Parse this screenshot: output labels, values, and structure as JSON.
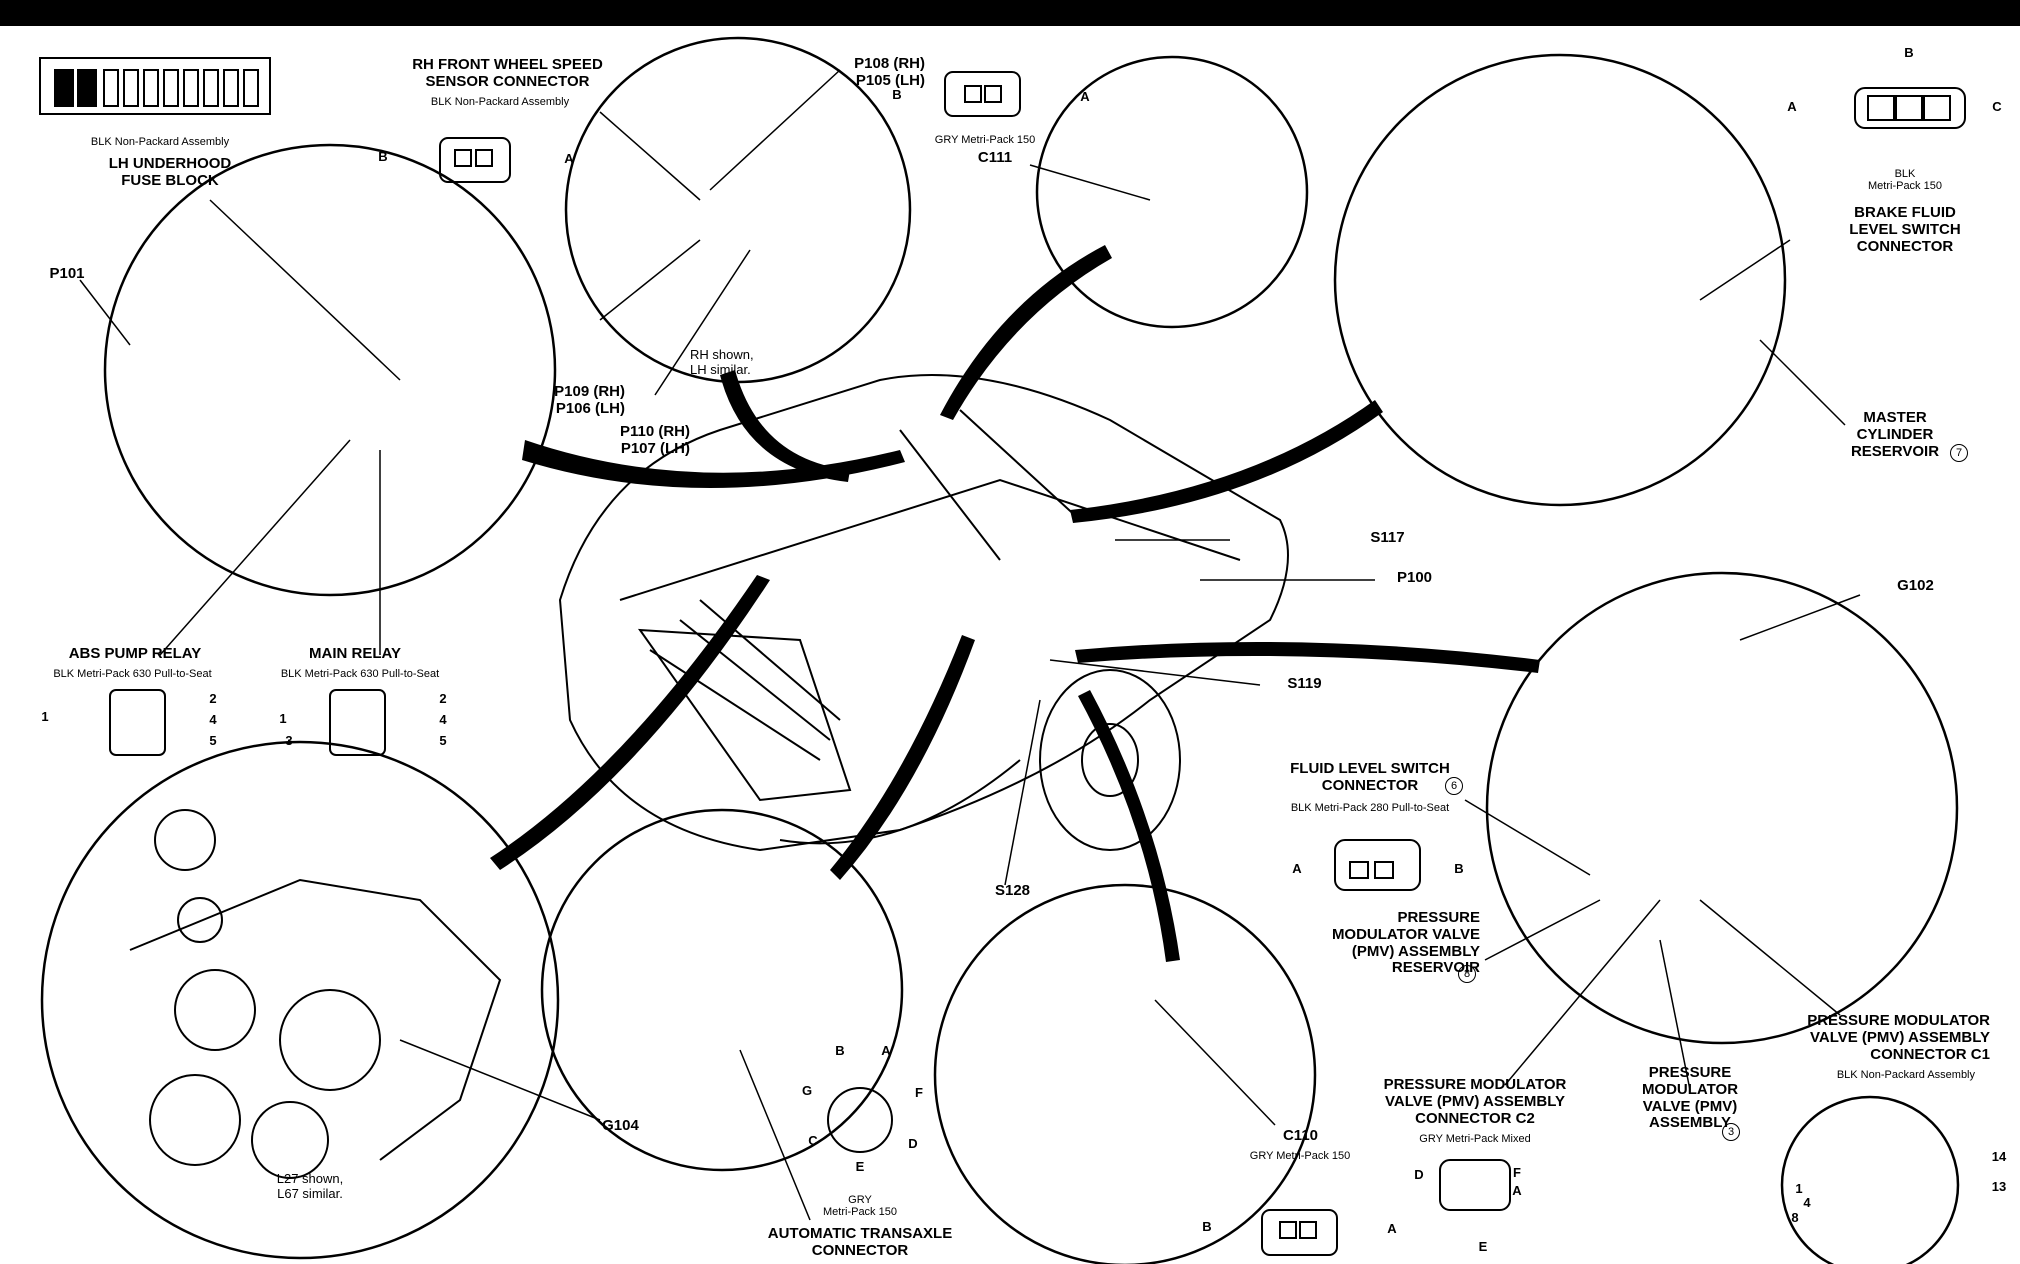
{
  "callouts": {
    "fuse_block_type": "BLK Non-Packard Assembly",
    "fuse_block": "LH UNDERHOOD\nFUSE BLOCK",
    "p101": "P101",
    "rh_wheel_speed": "RH FRONT WHEEL SPEED\nSENSOR CONNECTOR",
    "rh_wheel_speed_type": "BLK Non-Packard Assembly",
    "p108": "P108 (RH)\nP105 (LH)",
    "p109": "P109 (RH)\nP106 (LH)",
    "p110": "P110 (RH)\nP107 (LH)",
    "rh_shown": "RH shown,\nLH similar.",
    "c111_type": "GRY Metri-Pack 150",
    "c111": "C111",
    "brake_type": "BLK\nMetri-Pack 150",
    "brake_fluid": "BRAKE FLUID\nLEVEL SWITCH\nCONNECTOR",
    "master_cyl": "MASTER\nCYLINDER\nRESERVOIR",
    "master_ref": "7",
    "s117": "S117",
    "p100": "P100",
    "s119": "S119",
    "g102": "G102",
    "abs_relay": "ABS PUMP RELAY",
    "abs_relay_type": "BLK Metri-Pack 630 Pull-to-Seat",
    "main_relay": "MAIN RELAY",
    "main_relay_type": "BLK Metri-Pack 630 Pull-to-Seat",
    "fluid_switch": "FLUID LEVEL SWITCH\nCONNECTOR",
    "fluid_switch_ref": "6",
    "fluid_switch_type": "BLK Metri-Pack 280 Pull-to-Seat",
    "pmv_res": "PRESSURE\nMODULATOR VALVE\n(PMV) ASSEMBLY\nRESERVOIR",
    "pmv_res_ref": "8",
    "s128": "S128",
    "g104": "G104",
    "l27": "L27 shown,\nL67 similar.",
    "trans_type": "GRY\nMetri-Pack 150",
    "trans": "AUTOMATIC TRANSAXLE\nCONNECTOR",
    "c110": "C110",
    "c110_type": "GRY Metri-Pack 150",
    "pmv_c2": "PRESSURE MODULATOR\nVALVE (PMV) ASSEMBLY\nCONNECTOR C2",
    "pmv_c2_type": "GRY Metri-Pack Mixed",
    "pmv_asm": "PRESSURE\nMODULATOR\nVALVE (PMV)\nASSEMBLY",
    "pmv_asm_ref": "3",
    "pmv_c1": "PRESSURE MODULATOR\nVALVE (PMV) ASSEMBLY\nCONNECTOR C1",
    "pmv_c1_type": "BLK Non-Packard Assembly"
  },
  "pins": {
    "a": "A",
    "b": "B",
    "c": "C",
    "d": "D",
    "e": "E",
    "f": "F",
    "g": "G",
    "n1": "1",
    "n2": "2",
    "n3": "3",
    "n4": "4",
    "n5": "5",
    "n8": "8",
    "n13": "13",
    "n14": "14"
  }
}
